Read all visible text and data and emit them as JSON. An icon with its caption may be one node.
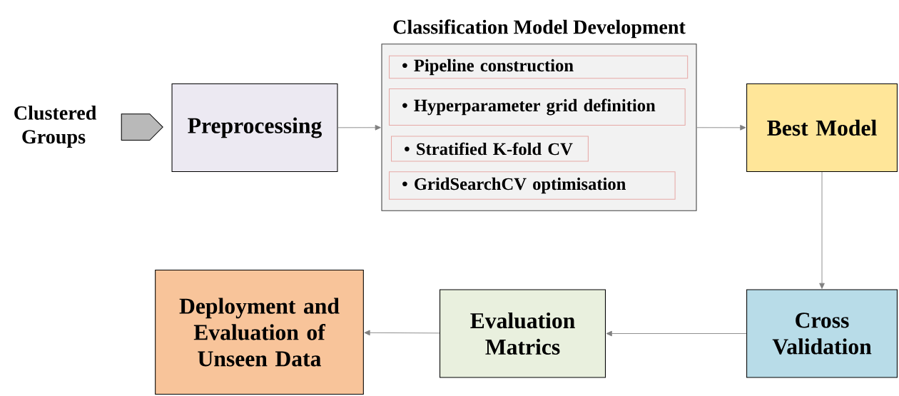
{
  "diagram": {
    "nodes": [
      {
        "text": [
          "Clustered Groups"
        ]
      },
      {
        "text": [
          "Preprocessing"
        ]
      },
      {
        "text": [
          "Classification Model Development"
        ]
      },
      {
        "text": [
          "• Pipeline construction"
        ],
        "in": 2
      },
      {
        "text": [
          "• Hyperparameter grid definition"
        ],
        "in": 2
      },
      {
        "text": [
          "• Stratified K-fold CV"
        ],
        "in": 2
      },
      {
        "text": [
          "• GridSearchCV optimisation"
        ],
        "in": 2
      },
      {
        "text": [
          "Best Model"
        ]
      },
      {
        "text": [
          "Cross Validation"
        ]
      },
      {
        "text": [
          "Evaluation Matrics"
        ]
      },
      {
        "text": [
          "Deployment and Evaluation of Unseen Data"
        ]
      }
    ],
    "edges": [
      {
        "from": 0,
        "to": 1,
        "arrow": "to",
        "style": "thick"
      },
      {
        "from": 1,
        "to": 2,
        "arrow": "to"
      },
      {
        "from": 2,
        "to": 7,
        "arrow": "to"
      },
      {
        "from": 7,
        "to": 8,
        "arrow": "to"
      },
      {
        "from": 8,
        "to": 9,
        "arrow": "to"
      },
      {
        "from": 9,
        "to": 10,
        "arrow": "to"
      }
    ]
  }
}
